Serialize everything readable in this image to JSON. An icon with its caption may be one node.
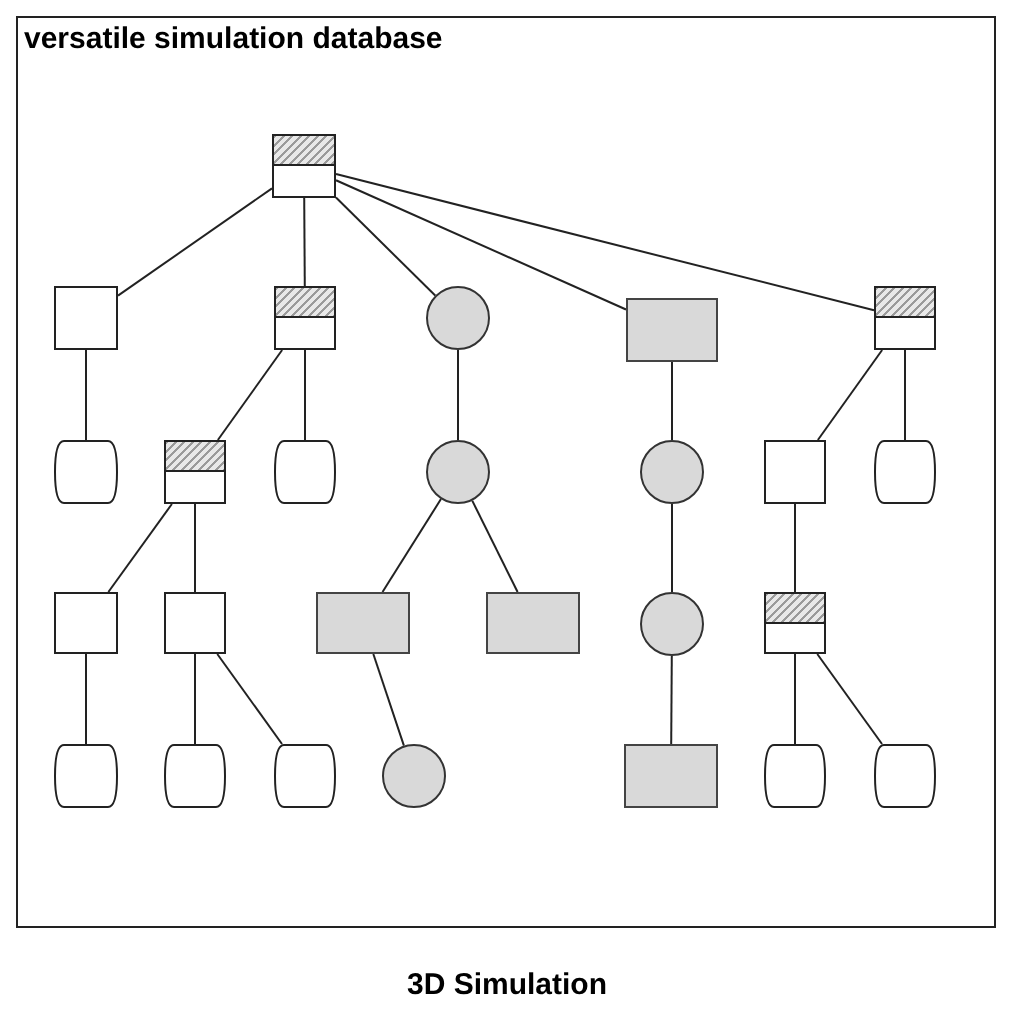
{
  "diagram": {
    "caption": "3D Simulation",
    "nodes": [
      {
        "text": [
          "versatile simulation database"
        ]
      },
      {
        "text": [],
        "shape": "hatched",
        "in": 0
      },
      {
        "text": [],
        "shape": "box",
        "in": 0
      },
      {
        "text": [],
        "shape": "hatched",
        "in": 0
      },
      {
        "text": [],
        "shape": "circle",
        "in": 0
      },
      {
        "text": [],
        "shape": "rectangle",
        "in": 0
      },
      {
        "text": [],
        "shape": "hatched",
        "in": 0
      },
      {
        "text": [],
        "shape": "drum",
        "in": 0
      },
      {
        "text": [],
        "shape": "hatched",
        "in": 0
      },
      {
        "text": [],
        "shape": "drum",
        "in": 0
      },
      {
        "text": [],
        "shape": "circle",
        "in": 0
      },
      {
        "text": [],
        "shape": "circle",
        "in": 0
      },
      {
        "text": [],
        "shape": "box",
        "in": 0
      },
      {
        "text": [],
        "shape": "drum",
        "in": 0
      },
      {
        "text": [],
        "shape": "box",
        "in": 0
      },
      {
        "text": [],
        "shape": "box",
        "in": 0
      },
      {
        "text": [],
        "shape": "rectangle",
        "in": 0
      },
      {
        "text": [],
        "shape": "rectangle",
        "in": 0
      },
      {
        "text": [],
        "shape": "circle",
        "in": 0
      },
      {
        "text": [],
        "shape": "hatched",
        "in": 0
      },
      {
        "text": [],
        "shape": "drum",
        "in": 0
      },
      {
        "text": [],
        "shape": "drum",
        "in": 0
      },
      {
        "text": [],
        "shape": "drum",
        "in": 0
      },
      {
        "text": [],
        "shape": "circle",
        "in": 0
      },
      {
        "text": [],
        "shape": "rectangle",
        "in": 0
      },
      {
        "text": [],
        "shape": "drum",
        "in": 0
      },
      {
        "text": [],
        "shape": "drum",
        "in": 0
      }
    ],
    "edges": [
      {
        "from": 1,
        "to": 2,
        "arrow": "none"
      },
      {
        "from": 1,
        "to": 3,
        "arrow": "none"
      },
      {
        "from": 1,
        "to": 4,
        "arrow": "none"
      },
      {
        "from": 1,
        "to": 5,
        "arrow": "none"
      },
      {
        "from": 1,
        "to": 6,
        "arrow": "none"
      },
      {
        "from": 2,
        "to": 7,
        "arrow": "none"
      },
      {
        "from": 3,
        "to": 8,
        "arrow": "none"
      },
      {
        "from": 3,
        "to": 9,
        "arrow": "none"
      },
      {
        "from": 4,
        "to": 10,
        "arrow": "none"
      },
      {
        "from": 5,
        "to": 11,
        "arrow": "none"
      },
      {
        "from": 6,
        "to": 12,
        "arrow": "none"
      },
      {
        "from": 6,
        "to": 13,
        "arrow": "none"
      },
      {
        "from": 8,
        "to": 14,
        "arrow": "none"
      },
      {
        "from": 8,
        "to": 15,
        "arrow": "none"
      },
      {
        "from": 10,
        "to": 16,
        "arrow": "none"
      },
      {
        "from": 10,
        "to": 17,
        "arrow": "none"
      },
      {
        "from": 11,
        "to": 18,
        "arrow": "none"
      },
      {
        "from": 12,
        "to": 19,
        "arrow": "none"
      },
      {
        "from": 14,
        "to": 20,
        "arrow": "none"
      },
      {
        "from": 15,
        "to": 21,
        "arrow": "none"
      },
      {
        "from": 15,
        "to": 22,
        "arrow": "none"
      },
      {
        "from": 16,
        "to": 23,
        "arrow": "none"
      },
      {
        "from": 18,
        "to": 24,
        "arrow": "none"
      },
      {
        "from": 19,
        "to": 25,
        "arrow": "none"
      },
      {
        "from": 19,
        "to": 26,
        "arrow": "none"
      }
    ]
  }
}
